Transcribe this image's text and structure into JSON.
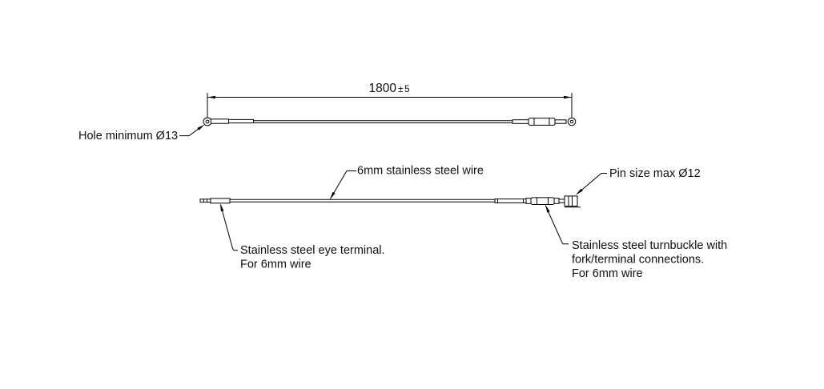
{
  "drawing": {
    "background_color": "#ffffff",
    "line_color": "#000000",
    "text_color": "#0f0f0f",
    "dimension": {
      "value": "1800",
      "tolerance_sign": "±",
      "tolerance_value": "5"
    },
    "callouts": {
      "hole": "Hole minimum Ø13",
      "wire": "6mm stainless steel wire",
      "pin": "Pin size max Ø12",
      "eye_terminal_line1": "Stainless steel eye terminal.",
      "eye_terminal_line2": "For 6mm wire",
      "turnbuckle_line1": "Stainless steel turnbuckle with",
      "turnbuckle_line2": "fork/terminal connections.",
      "turnbuckle_line3": "For 6mm wire"
    }
  }
}
